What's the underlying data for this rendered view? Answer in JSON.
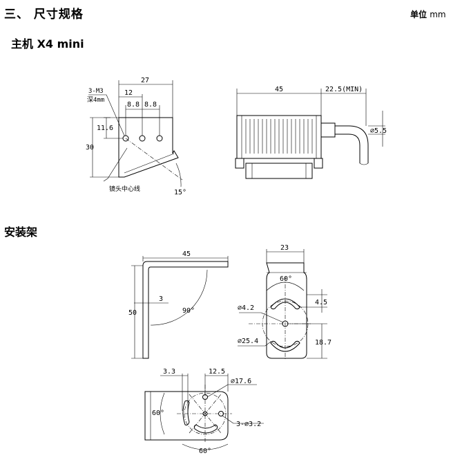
{
  "header": {
    "section_title": "三、 尺寸规格",
    "unit_label": "单位",
    "unit_value": "mm",
    "main_unit_title": "主机  X4 mini",
    "bracket_title": "安装架"
  },
  "host_front": {
    "dim_width": "27",
    "dim_12": "12",
    "dim_88a": "8.8",
    "dim_88b": "8.8",
    "thread_note_1": "3-M3",
    "thread_note_2": "深4mm",
    "dim_116": "11.6",
    "dim_30": "30",
    "lens_center_label": "镜头中心线",
    "angle_15": "15°"
  },
  "host_side": {
    "dim_45": "45",
    "dim_225": "22.5(MIN)",
    "dim_55": "∅5.5"
  },
  "bracket_side": {
    "dim_45": "45",
    "dim_3": "3",
    "dim_50": "50",
    "angle_90": "90°"
  },
  "bracket_front": {
    "dim_23": "23",
    "angle_60": "60°",
    "dim_42": "∅4.2",
    "dim_45": "4.5",
    "dim_254": "∅25.4",
    "dim_187": "18.7"
  },
  "bracket_top": {
    "dim_33": "3.3",
    "dim_125": "12.5",
    "dim_176": "∅17.6",
    "angle_60_left": "60°",
    "holes_label": "3-∅3.2",
    "angle_60_bottom": "60°"
  }
}
